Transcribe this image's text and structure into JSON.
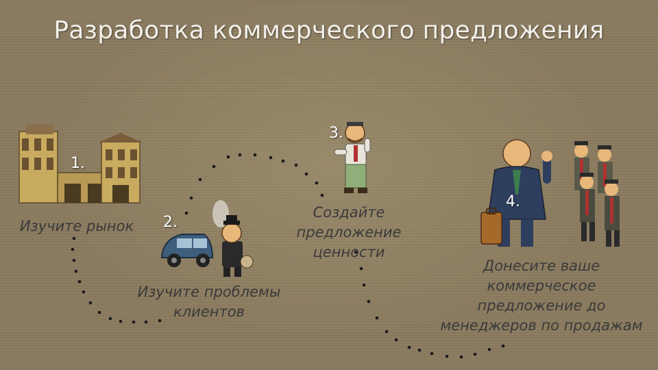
{
  "title": "Разработка коммерческого предложения",
  "steps": [
    {
      "number": "1.",
      "caption_lines": [
        "Изучите рынок"
      ],
      "icon": "buildings-illustration"
    },
    {
      "number": "2.",
      "caption_lines": [
        "Изучите проблемы",
        "клиентов"
      ],
      "icon": "car-and-man-illustration"
    },
    {
      "number": "3.",
      "caption_lines": [
        "Создайте предложение",
        "ценности"
      ],
      "icon": "businessman-illustration"
    },
    {
      "number": "4.",
      "caption_lines": [
        "Донесите ваше коммерческое",
        "предложение до",
        "менеджеров по продажам"
      ],
      "icon": "boss-and-managers-illustration"
    }
  ],
  "colors": {
    "background": "#8a7a5e",
    "title": "#f2f0ea",
    "caption": "#3a3a3a",
    "dots": "#1a1a1a"
  }
}
